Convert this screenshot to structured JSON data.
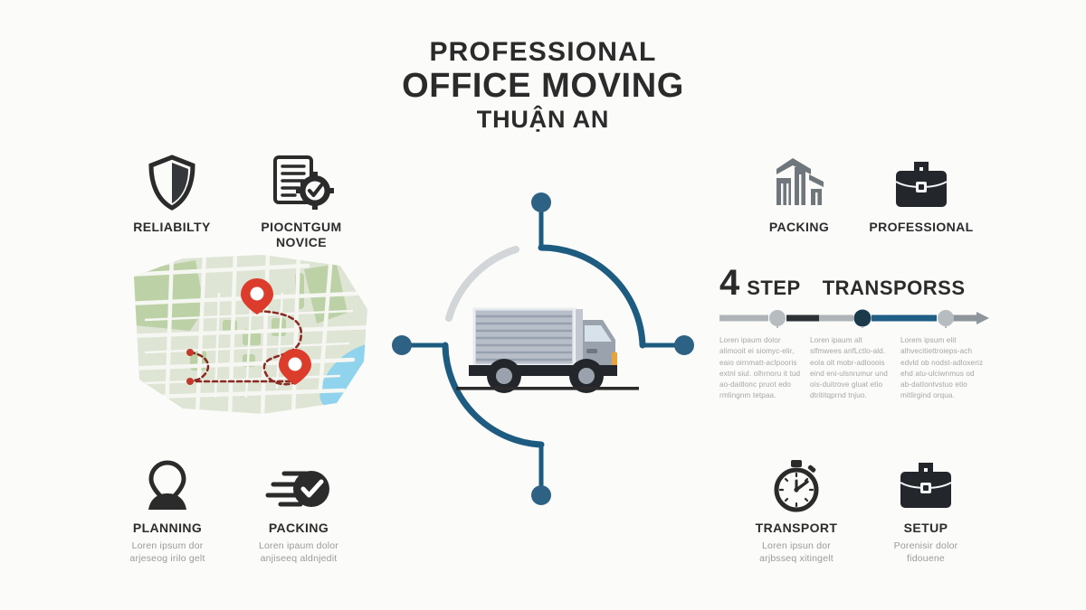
{
  "header": {
    "line1": "PROFESSIONAL",
    "line2": "OFFICE MOVING",
    "line3": "THUẬN AN"
  },
  "colors": {
    "background": "#fbfbfa",
    "heading_dark": "#2b2b2b",
    "accent_blue": "#1e5b80",
    "node_blue": "#2d6285",
    "timeline_navy": "#1b3a4b",
    "timeline_blue": "#1f5e85",
    "timeline_gray": "#aeb4b8",
    "muted_text": "#a6a6a6",
    "pin_red": "#dc3c2c",
    "map_land": "#dfe5d5",
    "map_park": "#bcd2a6",
    "map_water": "#8fd3ec",
    "truck_body": "#a7adb8"
  },
  "features": {
    "top_left": [
      {
        "id": "reliability",
        "icon": "shield-icon",
        "label": "RELIABILTY",
        "sub": ""
      },
      {
        "id": "procedure-novice",
        "icon": "document-gear-icon",
        "label": "PIOCNTGUM\nNOVICE",
        "sub": ""
      }
    ],
    "bottom_left": [
      {
        "id": "planning",
        "icon": "map-pin-person-icon",
        "label": "PLANNING",
        "sub": "Loren ipsum dor\narjeseog irilo gelt"
      },
      {
        "id": "packing",
        "icon": "check-speed-icon",
        "label": "PACKING",
        "sub": "Loren ipaum dolor\nanjiseeq aldnjedit"
      }
    ],
    "top_right": [
      {
        "id": "packing-warehouse",
        "icon": "warehouse-icon",
        "label": "PACKING",
        "sub": ""
      },
      {
        "id": "professional",
        "icon": "briefcase-icon",
        "label": "PROFESSIONAL",
        "sub": ""
      }
    ],
    "bottom_right": [
      {
        "id": "transport",
        "icon": "stopwatch-icon",
        "label": "TRANSPORT",
        "sub": "Loren ipsun dor\narjbsseq xitingelt"
      },
      {
        "id": "setup",
        "icon": "briefcase-icon",
        "label": "SETUP",
        "sub": "Porenisir dolor\nfidouene"
      }
    ]
  },
  "hero": {
    "illustration": "delivery-truck-illustration",
    "nodes": [
      "top-node",
      "left-node",
      "right-node",
      "bottom-node"
    ]
  },
  "map": {
    "illustration": "city-route-map",
    "pins": 2,
    "route": "dashed-red-route"
  },
  "timeline": {
    "number": "4",
    "word1": "STEP",
    "word2": "TRANSPORSS",
    "columns": [
      "Loren ipaum dolor alimooit ei siomyc-elir, eaio oirnmatt-acIpooris extnl siul. olhrnoru it tud ao-daitlonc pruot edo rmlingnm tetpaa.",
      "Loren ipaum alt slfmwees anfLctlo-ald. eola olt mobr-adlooois eind eni-ulsnrumur und ois-duitrove gluat etio dtrititqprnd tnjuo.",
      "Lorem ipsum elit alhvecitiettroieps-ach edvld ob nodst-adloxeriz ehd atu-ulciwnmus od ab-datIontvstuo etio mitlirgind orqua."
    ]
  }
}
